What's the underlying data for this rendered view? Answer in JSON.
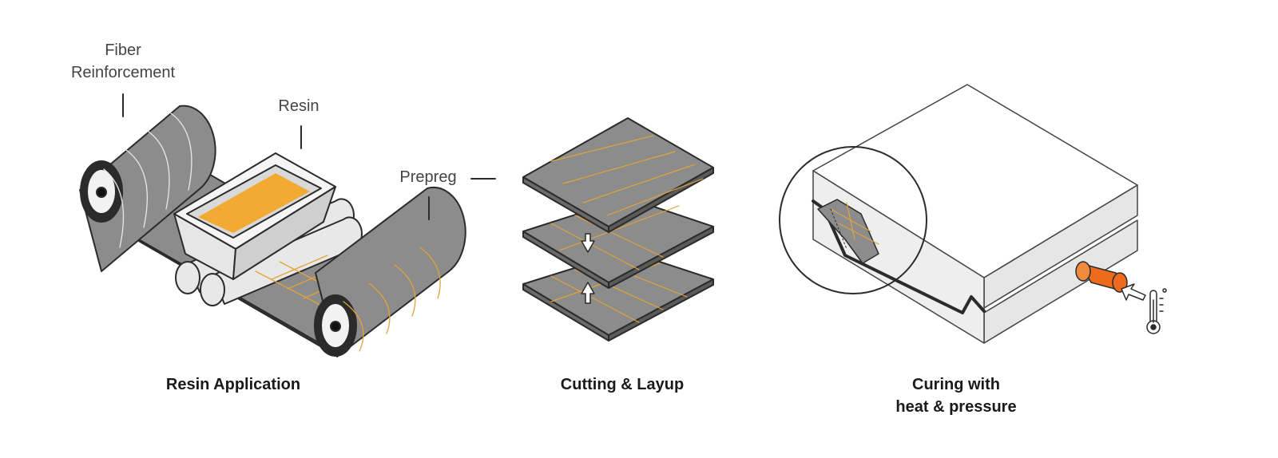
{
  "labels": {
    "fiber_line1": "Fiber",
    "fiber_line2": "Reinforcement",
    "resin": "Resin",
    "prepreg": "Prepreg"
  },
  "captions": {
    "resin_application": "Resin Application",
    "cutting_layup": "Cutting & Layup",
    "curing_line1": "Curing with",
    "curing_line2": "heat & pressure"
  },
  "colors": {
    "fabric": "#8c8c8c",
    "fabric_dark": "#6f6f6f",
    "resin": "#f2aa32",
    "fiber_line": "#e3a33a",
    "outline": "#2b2b2b",
    "light_gray": "#e6e6e6",
    "heater": "#ee6a1c"
  },
  "icons": [
    "arrow-down-icon",
    "arrow-up-icon",
    "thermometer-icon",
    "cursor-arrow-icon"
  ]
}
